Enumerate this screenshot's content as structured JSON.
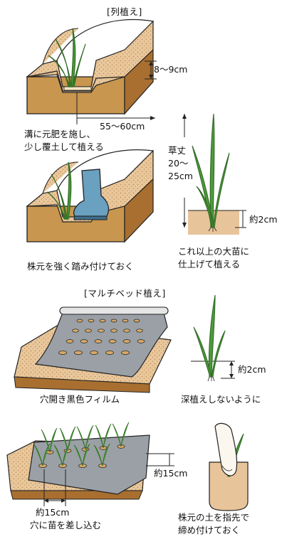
{
  "sections": {
    "row": "[列植え]",
    "multi": "[マルチベッド植え]"
  },
  "labels": {
    "depth": "8〜9cm",
    "row_spacing": "55〜60cm",
    "step1_line1": "溝に元肥を施し、",
    "step1_line2": "少し覆土して植える",
    "step2": "株元を強く踏み付けておく",
    "height_l1": "草丈",
    "height_l2": "20〜",
    "height_l3": "25cm",
    "depth2a": "約2cm",
    "big_l1": "これ以上の大苗に",
    "big_l2": "仕上げて植える",
    "film": "穴開き黒色フィルム",
    "depth2b": "約2cm",
    "shallow": "深植えしないように",
    "spacing_side": "約15cm",
    "spacing_bottom": "約15cm",
    "insert": "穴に苗を差し込む",
    "firm_l1": "株元の土を指先で",
    "firm_l2": "締め付けておく"
  },
  "colors": {
    "soil": "#c8964e",
    "soil_light": "#e8c49a",
    "soil_dark": "#a86f30",
    "leaf": "#4f9a3c",
    "boot": "#6aa0c0",
    "film": "#9aa0a6"
  }
}
